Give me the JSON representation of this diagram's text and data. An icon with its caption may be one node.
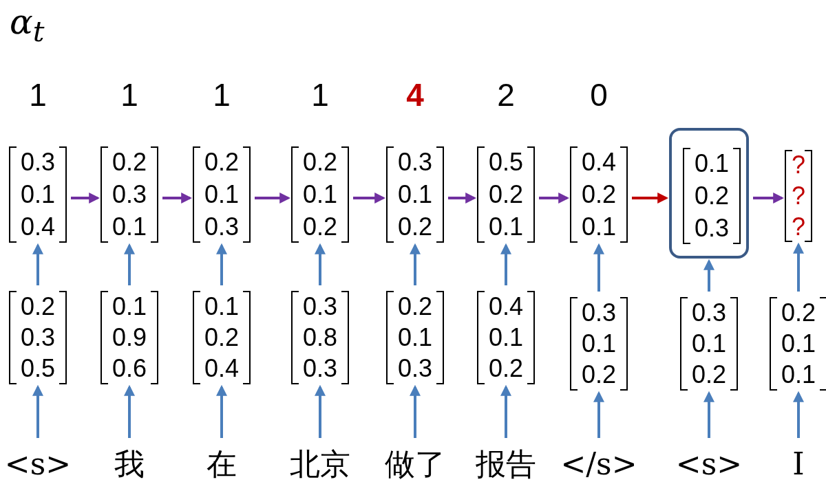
{
  "diagram": {
    "title": "α$_{t}$",
    "nodes": [
      {
        "text": [
          "0.3",
          "0.1",
          "0.4"
        ]
      },
      {
        "text": [
          "0.2",
          "0.3",
          "0.1"
        ]
      },
      {
        "text": [
          "0.2",
          "0.1",
          "0.3"
        ]
      },
      {
        "text": [
          "0.2",
          "0.1",
          "0.2"
        ]
      },
      {
        "text": [
          "0.3",
          "0.1",
          "0.2"
        ]
      },
      {
        "text": [
          "0.5",
          "0.2",
          "0.1"
        ]
      },
      {
        "text": [
          "0.4",
          "0.2",
          "0.1"
        ]
      },
      {
        "text": [],
        "shape": "box"
      },
      {
        "text": [
          "0.1",
          "0.2",
          "0.3"
        ],
        "in": 7
      },
      {
        "text": [
          "?",
          "?",
          "?"
        ]
      },
      {
        "text": [
          "0.2",
          "0.3",
          "0.5"
        ]
      },
      {
        "text": [
          "0.1",
          "0.9",
          "0.6"
        ]
      },
      {
        "text": [
          "0.1",
          "0.2",
          "0.4"
        ]
      },
      {
        "text": [
          "0.3",
          "0.8",
          "0.3"
        ]
      },
      {
        "text": [
          "0.2",
          "0.1",
          "0.3"
        ]
      },
      {
        "text": [
          "0.4",
          "0.1",
          "0.2"
        ]
      },
      {
        "text": [
          "0.3",
          "0.1",
          "0.2"
        ]
      },
      {
        "text": [
          "0.3",
          "0.1",
          "0.2"
        ]
      },
      {
        "text": [
          "0.2",
          "0.1",
          "0.1"
        ]
      },
      {
        "text": [
          "<s>"
        ]
      },
      {
        "text": [
          "我"
        ]
      },
      {
        "text": [
          "在"
        ]
      },
      {
        "text": [
          "北京"
        ]
      },
      {
        "text": [
          "做了"
        ]
      },
      {
        "text": [
          "报告"
        ]
      },
      {
        "text": [
          "</s>"
        ]
      },
      {
        "text": [
          "<s>"
        ]
      },
      {
        "text": [
          "I"
        ]
      }
    ],
    "edges": [
      {
        "from": 0,
        "to": 1,
        "arrow": "to",
        "color": "#7030a0"
      },
      {
        "from": 1,
        "to": 2,
        "arrow": "to",
        "color": "#7030a0"
      },
      {
        "from": 2,
        "to": 3,
        "arrow": "to",
        "color": "#7030a0"
      },
      {
        "from": 3,
        "to": 4,
        "arrow": "to",
        "color": "#7030a0"
      },
      {
        "from": 4,
        "to": 5,
        "arrow": "to",
        "color": "#7030a0"
      },
      {
        "from": 5,
        "to": 6,
        "arrow": "to",
        "color": "#7030a0"
      },
      {
        "from": 6,
        "to": 7,
        "arrow": "to",
        "color": "#c00000"
      },
      {
        "from": 7,
        "to": 9,
        "arrow": "to",
        "color": "#7030a0"
      },
      {
        "from": 10,
        "to": 0,
        "arrow": "to"
      },
      {
        "from": 11,
        "to": 1,
        "arrow": "to"
      },
      {
        "from": 12,
        "to": 2,
        "arrow": "to"
      },
      {
        "from": 13,
        "to": 3,
        "arrow": "to"
      },
      {
        "from": 14,
        "to": 4,
        "arrow": "to"
      },
      {
        "from": 15,
        "to": 5,
        "arrow": "to"
      },
      {
        "from": 16,
        "to": 6,
        "arrow": "to"
      },
      {
        "from": 17,
        "to": 7,
        "arrow": "to"
      },
      {
        "from": 18,
        "to": 9,
        "arrow": "to"
      },
      {
        "from": 19,
        "to": 10,
        "arrow": "to"
      },
      {
        "from": 20,
        "to": 11,
        "arrow": "to"
      },
      {
        "from": 21,
        "to": 12,
        "arrow": "to"
      },
      {
        "from": 22,
        "to": 13,
        "arrow": "to"
      },
      {
        "from": 23,
        "to": 14,
        "arrow": "to"
      },
      {
        "from": 24,
        "to": 15,
        "arrow": "to"
      },
      {
        "from": 25,
        "to": 16,
        "arrow": "to"
      },
      {
        "from": 26,
        "to": 17,
        "arrow": "to"
      },
      {
        "from": 27,
        "to": 18,
        "arrow": "to"
      }
    ],
    "labels": [
      "1",
      "1",
      "1",
      "1",
      "4",
      "2",
      "0"
    ]
  }
}
